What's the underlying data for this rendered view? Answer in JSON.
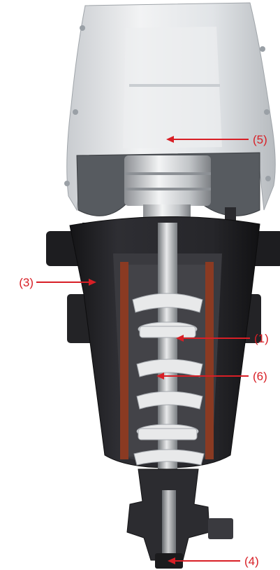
{
  "colors": {
    "callout": "#d81f26",
    "body_dark": "#1b1b1d",
    "body_mid": "#2c2c30",
    "screen_copper": "#8a3a22",
    "metal_light": "#e6e7e8",
    "housing": "#dfe2e5"
  },
  "callouts": [
    {
      "id": "motor-housing",
      "label": "(5)"
    },
    {
      "id": "filter-body",
      "label": "(3)"
    },
    {
      "id": "scraper",
      "label": "(1)"
    },
    {
      "id": "spindle",
      "label": "(6)"
    },
    {
      "id": "drain-valve",
      "label": "(4)"
    }
  ]
}
